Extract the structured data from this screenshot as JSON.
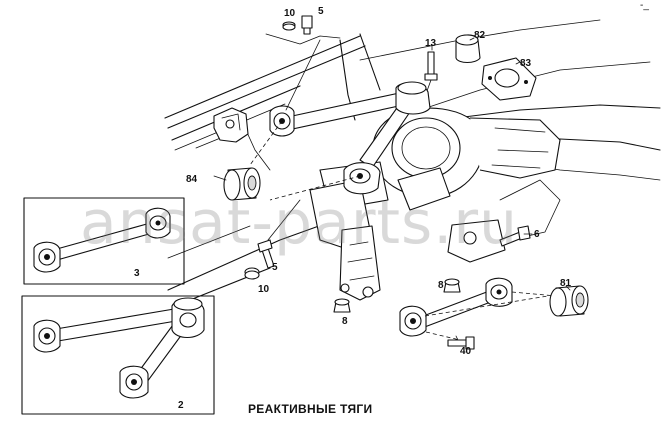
{
  "diagram": {
    "caption": "РЕАКТИВНЫЕ ТЯГИ",
    "corner_mark": "-_",
    "watermark": "ansat-parts.ru",
    "callouts": {
      "c10_top": "10",
      "c5_top": "5",
      "c13": "13",
      "c82": "82",
      "c83": "83",
      "c84": "84",
      "c6": "6",
      "c5_mid": "5",
      "c10_mid": "10",
      "c8_mid": "8",
      "c8_right": "8",
      "c81": "81",
      "c40": "40"
    },
    "insets": {
      "inset_3": "3",
      "inset_2": "2"
    }
  }
}
